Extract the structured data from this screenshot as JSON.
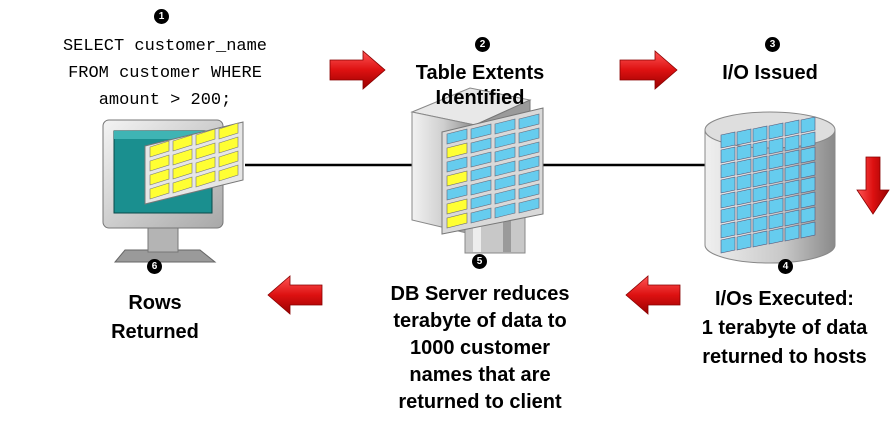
{
  "badges": [
    "1",
    "2",
    "3",
    "4",
    "5",
    "6"
  ],
  "sql": {
    "line1": "SELECT customer_name",
    "line2": "FROM customer WHERE",
    "line3": "amount > 200;"
  },
  "step2": {
    "line1": "Table Extents",
    "line2": "Identified"
  },
  "step3": {
    "line1": "I/O Issued"
  },
  "step4": {
    "line1": "I/Os Executed:",
    "line2": "1 terabyte of data",
    "line3": "returned to hosts"
  },
  "step5": {
    "line1": "DB Server reduces",
    "line2": "terabyte of data to",
    "line3": "1000 customer",
    "line4": "names that are",
    "line5": "returned to client"
  },
  "step6": {
    "line1": "Rows",
    "line2": "Returned"
  },
  "colors": {
    "arrow": "#dd1111",
    "cell_yellow": "#ffff33",
    "cell_blue": "#66ccee",
    "monitor_screen": "#1a8f8f"
  }
}
